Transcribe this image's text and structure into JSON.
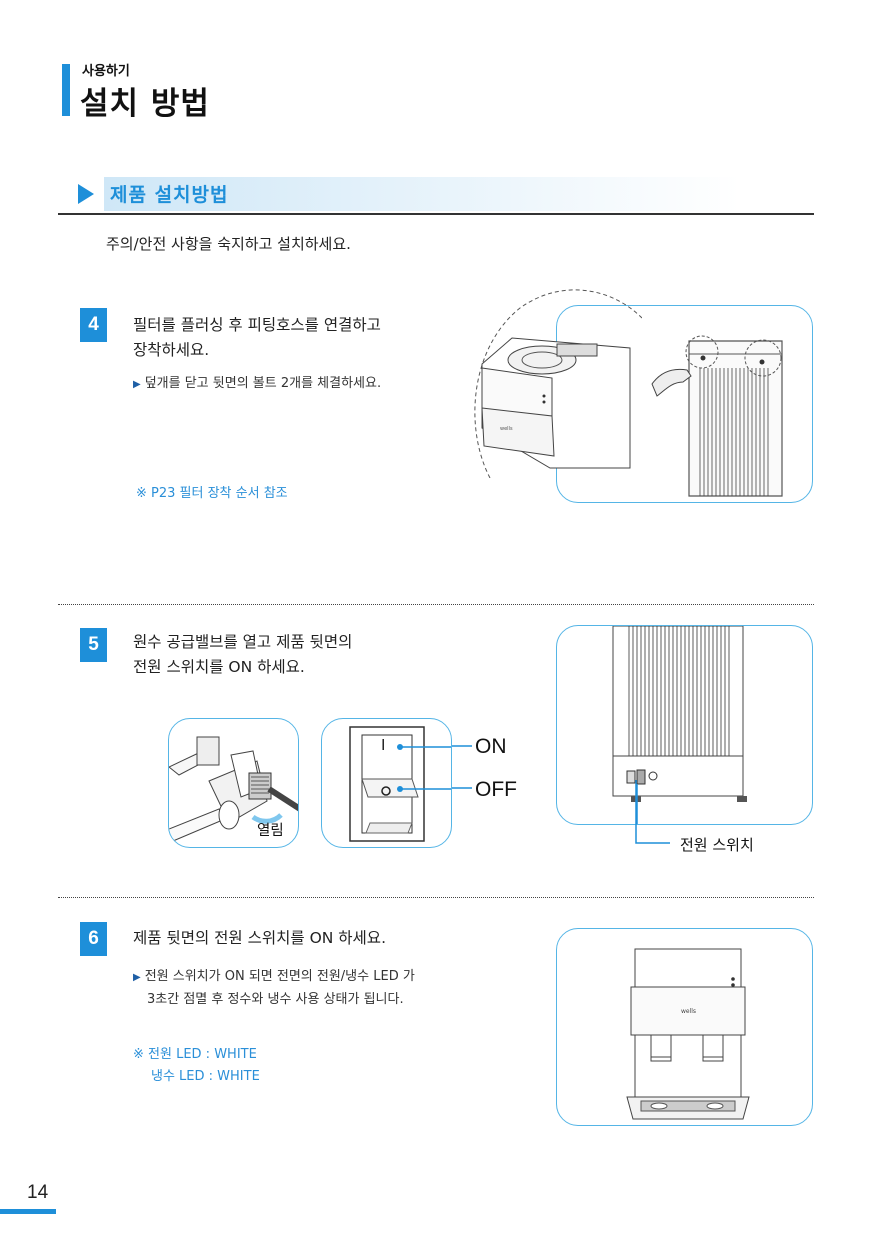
{
  "header": {
    "section_label": "사용하기",
    "title": "설치 방법"
  },
  "section": {
    "title": "제품 설치방법"
  },
  "intro": "주의/안전 사항을 숙지하고 설치하세요.",
  "steps": [
    {
      "number": "4",
      "lines": [
        "필터를 플러싱 후 피팅호스를 연결하고",
        "장착하세요."
      ],
      "bullet": "덮개를 닫고 뒷면의 볼트 2개를 체결하세요.",
      "note": "※ P23 필터 장착 순서 참조",
      "figure_brand": "wells"
    },
    {
      "number": "5",
      "lines": [
        "원수 공급밸브를 열고 제품 뒷면의",
        "전원 스위치를 ON 하세요."
      ],
      "valve_label": "열림",
      "switch_on_symbol": "I",
      "switch_on_label": "ON",
      "switch_off_label": "OFF",
      "power_switch_label": "전원 스위치"
    },
    {
      "number": "6",
      "lines": [
        "제품 뒷면의 전원 스위치를 ON 하세요."
      ],
      "bullet_lines": [
        "전원 스위치가 ON 되면 전면의 전원/냉수 LED 가",
        "3초간 점멸 후 정수와 냉수 사용 상태가 됩니다."
      ],
      "note_lines": [
        "※ 전원 LED : WHITE",
        "냉수 LED : WHITE"
      ],
      "figure_brand": "wells"
    }
  ],
  "page_number": "14",
  "colors": {
    "accent": "#1e8fd9",
    "figure_border": "#55b5e6",
    "note_text": "#2a8fd8"
  }
}
